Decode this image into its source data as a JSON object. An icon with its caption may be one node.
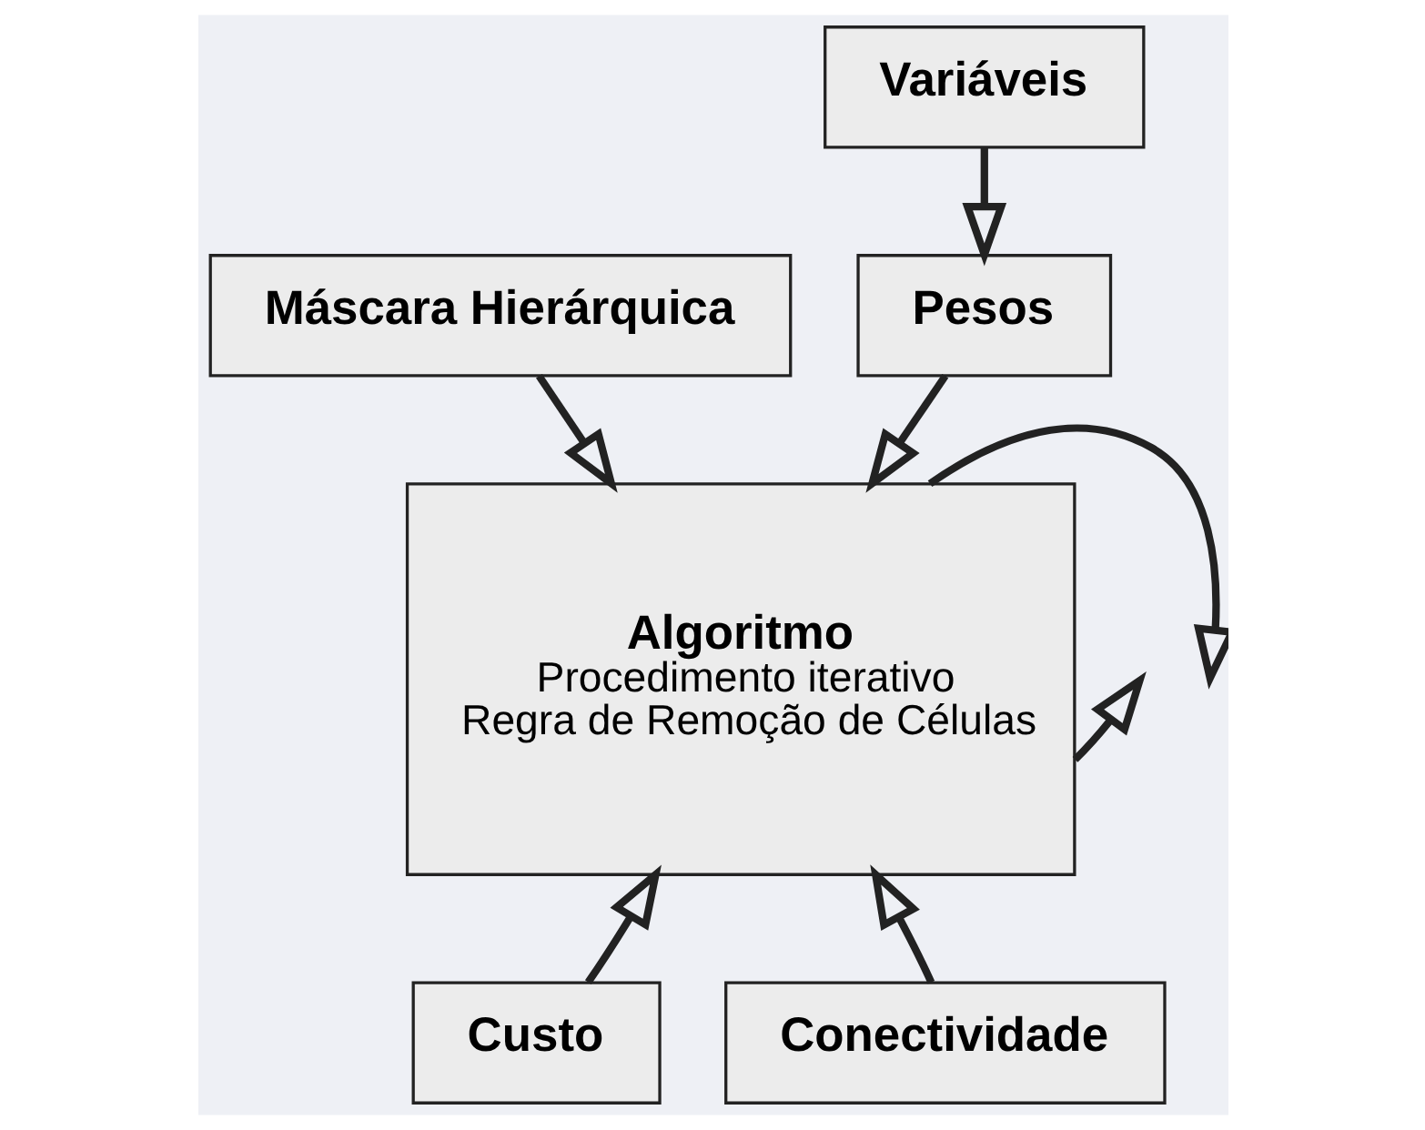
{
  "diagram": {
    "nodes": [
      {
        "text": [
          "Variáveis"
        ]
      },
      {
        "text": [
          "Máscara Hierárquica"
        ]
      },
      {
        "text": [
          "Pesos"
        ]
      },
      {
        "text": [
          "Algoritmo",
          "Procedimento iterativo",
          "Regra de Remoção de Células"
        ]
      },
      {
        "text": [
          "Custo"
        ]
      },
      {
        "text": [
          "Conectividade"
        ]
      }
    ],
    "edges": [
      {
        "from": 0,
        "to": 2,
        "arrow": "to"
      },
      {
        "from": 1,
        "to": 3,
        "arrow": "to"
      },
      {
        "from": 2,
        "to": 3,
        "arrow": "to"
      },
      {
        "from": 4,
        "to": 3,
        "arrow": "to"
      },
      {
        "from": 5,
        "to": 3,
        "arrow": "to"
      },
      {
        "from": 3,
        "to": null,
        "arrow": "to"
      },
      {
        "from": 3,
        "to": null,
        "arrow": "to"
      }
    ]
  }
}
